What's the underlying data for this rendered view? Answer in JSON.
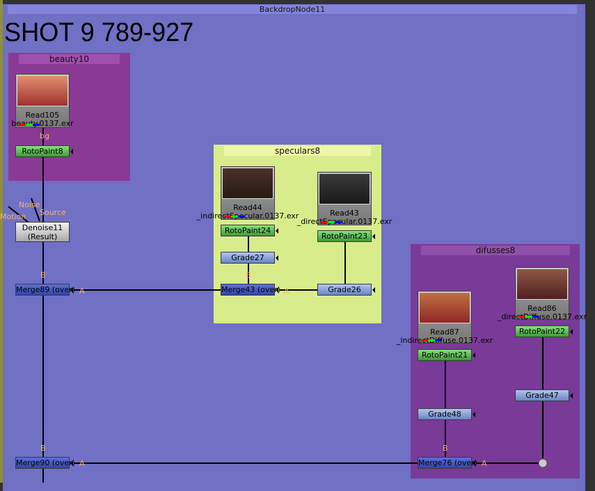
{
  "backdrop_main": {
    "title": "BackdropNode11",
    "label": "SHOT  9 789-927",
    "color": "#7070c4"
  },
  "backdrops": {
    "beauty": {
      "title": "beauty10",
      "color": "#8a3a94"
    },
    "speculars": {
      "title": "speculars8",
      "color": "#d8ec8c"
    },
    "diffuses": {
      "title": "difusses8",
      "color": "#7a3a98"
    }
  },
  "nodes": {
    "read105": {
      "name": "Read105",
      "file": "beauty.0137.exr"
    },
    "rotopaint8": {
      "name": "RotoPaint8"
    },
    "denoise11": {
      "name": "Denoise11",
      "sub": "(Result)"
    },
    "merge89": {
      "name": "Merge89 (over)"
    },
    "merge90": {
      "name": "Merge90 (over)"
    },
    "read44": {
      "name": "Read44",
      "file": "_indirectSpecular.0137.exr"
    },
    "rotopaint24": {
      "name": "RotoPaint24"
    },
    "grade27": {
      "name": "Grade27"
    },
    "merge43": {
      "name": "Merge43 (over)"
    },
    "read43": {
      "name": "Read43",
      "file": "_directSpecular.0137.exr"
    },
    "rotopaint23": {
      "name": "RotoPaint23"
    },
    "grade26": {
      "name": "Grade26"
    },
    "read87": {
      "name": "Read87",
      "file": "_indirectDiffuse.0137.exr"
    },
    "rotopaint21": {
      "name": "RotoPaint21"
    },
    "grade48": {
      "name": "Grade48"
    },
    "merge76": {
      "name": "Merge76 (over)"
    },
    "read86": {
      "name": "Read86",
      "file": "_directDiffuse.0137.exr"
    },
    "rotopaint22": {
      "name": "RotoPaint22"
    },
    "grade47": {
      "name": "Grade47"
    }
  },
  "input_labels": {
    "bg": "bg",
    "noise": "Noise",
    "source": "Source",
    "motion": "Motion",
    "b": "B",
    "a": "A"
  }
}
